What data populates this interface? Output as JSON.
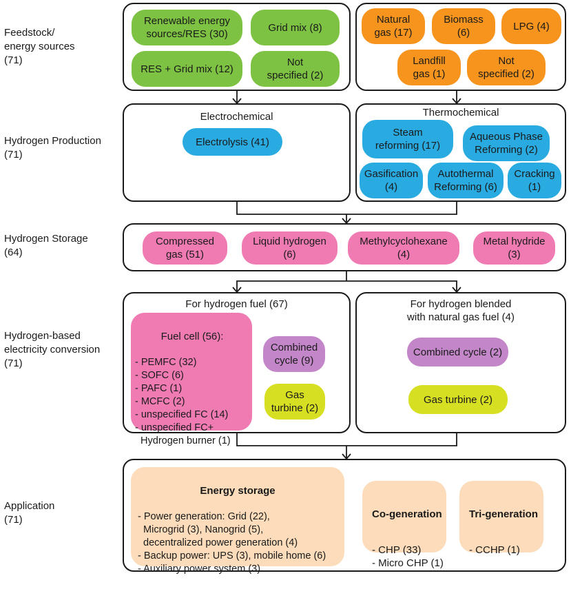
{
  "stage_labels": {
    "feedstock": "Feedstock/\nenergy sources\n(71)",
    "production": "Hydrogen Production\n(71)",
    "storage": "Hydrogen Storage\n(64)",
    "conversion": "Hydrogen-based\nelectricity conversion\n(71)",
    "application": "Application\n(71)"
  },
  "feedstock": {
    "renewable": "Renewable energy\nsources/RES (30)",
    "grid_mix": "Grid mix (8)",
    "res_grid": "RES + Grid mix (12)",
    "not_specified_green": "Not\nspecified (2)",
    "natural_gas": "Natural\ngas (17)",
    "biomass": "Biomass\n(6)",
    "lpg": "LPG (4)",
    "landfill": "Landfill\ngas (1)",
    "not_specified_orange": "Not\nspecified (2)"
  },
  "production": {
    "electrochemical_title": "Electrochemical",
    "electrolysis": "Electrolysis (41)",
    "thermochemical_title": "Thermochemical",
    "steam": "Steam\nreforming (17)",
    "aqueous": "Aqueous Phase\nReforming (2)",
    "gasification": "Gasification\n(4)",
    "autothermal": "Autothermal\nReforming (6)",
    "cracking": "Cracking\n(1)"
  },
  "storage": {
    "compressed": "Compressed\ngas (51)",
    "liquid": "Liquid hydrogen\n(6)",
    "mch": "Methylcyclohexane\n(4)",
    "metal": "Metal hydride\n(3)"
  },
  "conversion": {
    "fuel_title": "For hydrogen fuel (67)",
    "fuel_cell_header": "Fuel cell (56):",
    "fuel_cell_list": "- PEMFC (32)\n- SOFC (6)\n- PAFC (1)\n- MCFC (2)\n- unspecified FC (14)\n- unspecified FC+\n  Hydrogen burner (1)",
    "combined_cycle_a": "Combined\ncycle (9)",
    "gas_turbine_a": "Gas\nturbine (2)",
    "blended_title": "For hydrogen blended\nwith natural gas fuel (4)",
    "combined_cycle_b": "Combined cycle (2)",
    "gas_turbine_b": "Gas turbine (2)"
  },
  "application": {
    "energy_storage_title": "Energy storage",
    "energy_storage_list": "- Power generation: Grid (22),\n  Microgrid (3), Nanogrid (5),\n  decentralized power generation (4)\n- Backup power: UPS (3), mobile home (6)\n- Auxiliary power system (3)",
    "cogen_title": "Co-generation",
    "cogen_list": "- CHP (33)\n- Micro CHP (1)",
    "trigen_title": "Tri-generation",
    "trigen_list": "- CCHP (1)"
  },
  "colors": {
    "feedstock_renewable": "#7dc242",
    "feedstock_fossil": "#f7941d",
    "production": "#29abe2",
    "storage": "#f07bb3",
    "combined_cycle": "#c387c9",
    "gas_turbine": "#d7df23",
    "application": "#fcdcba"
  }
}
